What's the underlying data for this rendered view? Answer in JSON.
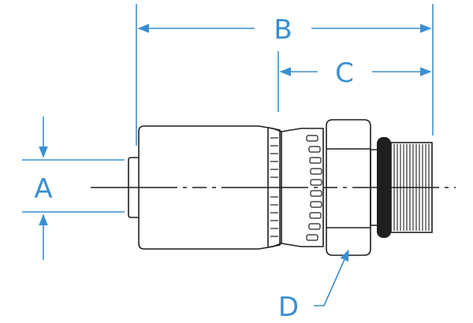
{
  "labels": {
    "a": "A",
    "b": "B",
    "c": "C",
    "d": "D"
  },
  "colors": {
    "dimension": "#3a8fd0",
    "outline": "#1f1f1f",
    "background": "#ffffff"
  }
}
